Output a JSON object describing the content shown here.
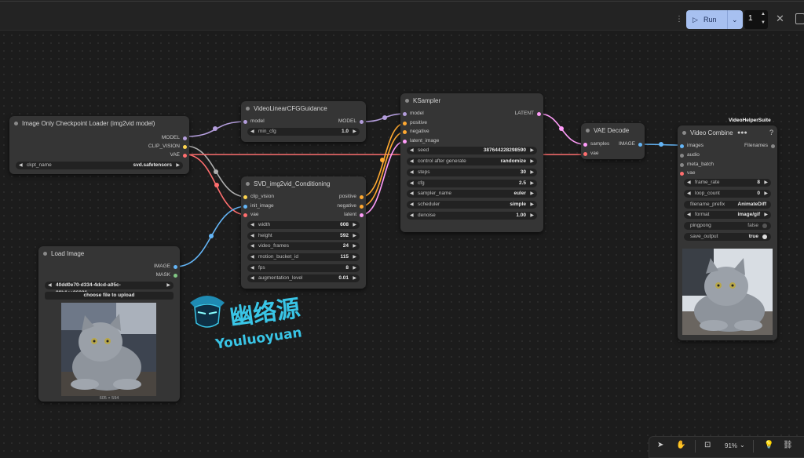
{
  "colors": {
    "model": "#b39ddb",
    "clip": "#ffd54f",
    "vae": "#ff6e6e",
    "image": "#64b5f6",
    "latent": "#ff9cf9",
    "conditioning": "#ffa931",
    "mask": "#81c784",
    "accent": "#a7c0f0"
  },
  "toolbar": {
    "run_label": "Run",
    "batch_count": "1"
  },
  "nodes": {
    "ckpt": {
      "title": "Image Only Checkpoint Loader (img2vid model)",
      "outputs": [
        "MODEL",
        "CLIP_VISION",
        "VAE"
      ],
      "widget": {
        "label": "ckpt_name",
        "value": "svd.safetensors"
      }
    },
    "vlcfg": {
      "title": "VideoLinearCFGGuidance",
      "input": "model",
      "output": "MODEL",
      "widget": {
        "label": "min_cfg",
        "value": "1.0"
      }
    },
    "svd": {
      "title": "SVD_img2vid_Conditioning",
      "inputs": [
        "clip_vision",
        "init_image",
        "vae"
      ],
      "outputs": [
        "positive",
        "negative",
        "latent"
      ],
      "widgets": [
        {
          "label": "width",
          "value": "608"
        },
        {
          "label": "height",
          "value": "592"
        },
        {
          "label": "video_frames",
          "value": "24"
        },
        {
          "label": "motion_bucket_id",
          "value": "115"
        },
        {
          "label": "fps",
          "value": "8"
        },
        {
          "label": "augmentation_level",
          "value": "0.01"
        }
      ]
    },
    "ksampler": {
      "title": "KSampler",
      "inputs": [
        "model",
        "positive",
        "negative",
        "latent_image"
      ],
      "output": "LATENT",
      "widgets": [
        {
          "label": "seed",
          "value": "387644228298590"
        },
        {
          "label": "control after generate",
          "value": "randomize"
        },
        {
          "label": "steps",
          "value": "30"
        },
        {
          "label": "cfg",
          "value": "2.5"
        },
        {
          "label": "sampler_name",
          "value": "euler"
        },
        {
          "label": "scheduler",
          "value": "simple"
        },
        {
          "label": "denoise",
          "value": "1.00"
        }
      ]
    },
    "vaedecode": {
      "title": "VAE Decode",
      "inputs": [
        "samples",
        "vae"
      ],
      "output": "IMAGE"
    },
    "loadimage": {
      "title": "Load Image",
      "outputs": [
        "IMAGE",
        "MASK"
      ],
      "file": "40dd0e70-d334-4dcd-a05c-88b1ca86836...",
      "upload_label": "choose file to upload",
      "size_caption": "605 × 594"
    },
    "videocombine": {
      "badge": "VideoHelperSuite",
      "title": "Video Combine",
      "help": "?",
      "inputs": [
        "images",
        "audio",
        "meta_batch",
        "vae"
      ],
      "output": "Filenames",
      "widgets": [
        {
          "label": "frame_rate",
          "value": "8"
        },
        {
          "label": "loop_count",
          "value": "0"
        },
        {
          "label": "filename_prefix",
          "value": "AnimateDiff"
        },
        {
          "label": "format",
          "value": "image/gif"
        }
      ],
      "toggles": [
        {
          "label": "pingpong",
          "value": "false"
        },
        {
          "label": "save_output",
          "value": "true"
        }
      ]
    }
  },
  "watermark": {
    "cn": "幽络源",
    "en": "Youluoyuan"
  },
  "bottom": {
    "zoom": "91%"
  }
}
